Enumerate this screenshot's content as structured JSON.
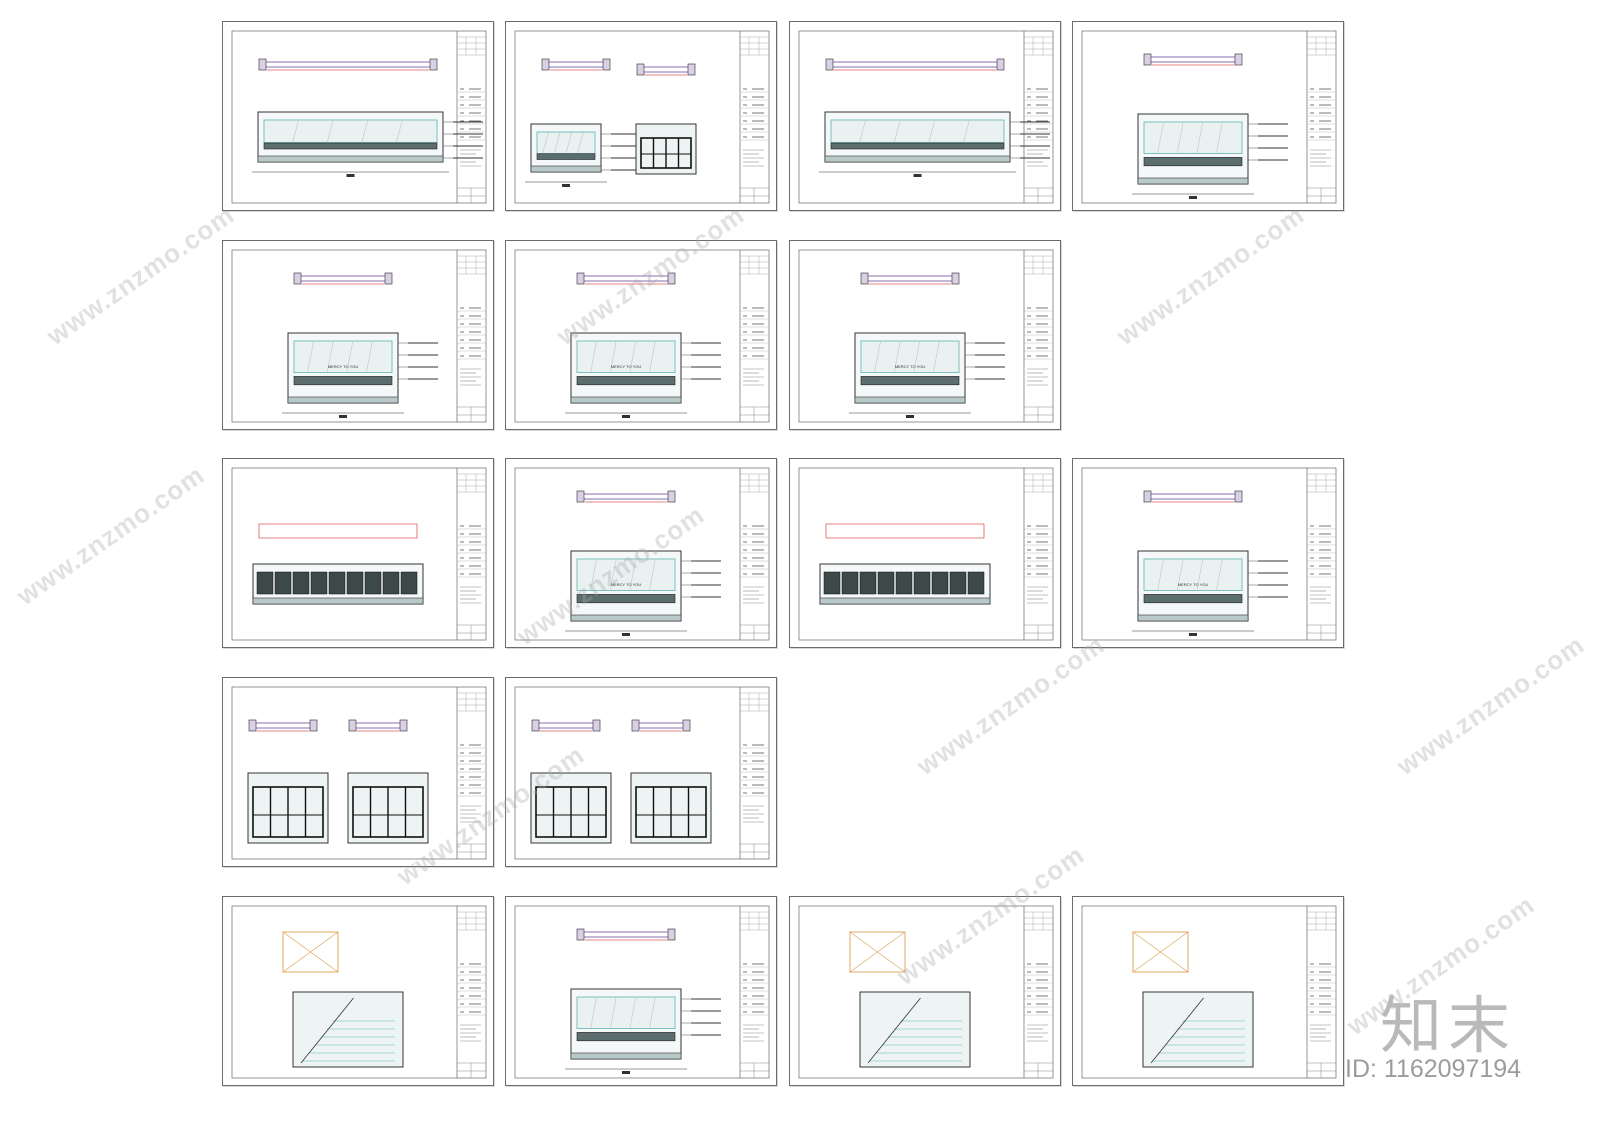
{
  "watermark": {
    "site": "www.znzmo.com",
    "brand": "知末",
    "id_text": "ID: 1162097194"
  },
  "sheet_tags": [
    "MERCY TO YOU"
  ],
  "colors": {
    "border": "#6b6b6b",
    "wall": "#8a6fb0",
    "red": "#e05a5a",
    "cyan": "#5fb3b3",
    "orange": "#d9a050",
    "hatch": "#b9c9c9"
  }
}
